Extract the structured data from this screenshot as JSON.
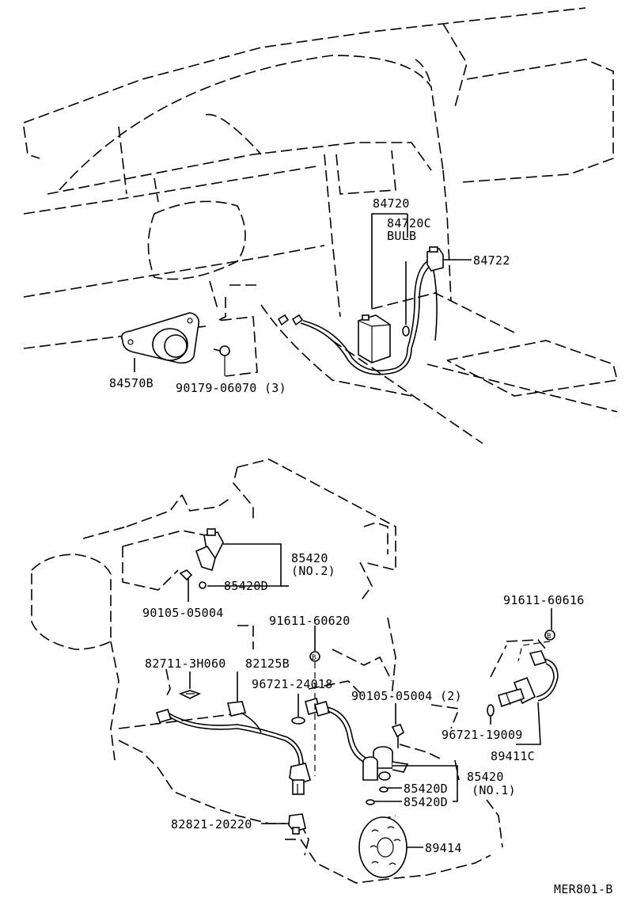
{
  "diagram": {
    "code": "MER801-B",
    "labels": {
      "p84720": "84720",
      "p84720c": "84720C",
      "bulb": "BULB",
      "p84722": "84722",
      "p84570b": "84570B",
      "p90179": "90179-06070 (3)",
      "p85420_2": "85420",
      "no2": "(NO.2)",
      "p85420d_top": "85420D",
      "p90105_a": "90105-05004",
      "p91611_620": "91611-60620",
      "p91611_616": "91611-60616",
      "p82711": "82711-3H060",
      "p82125b": "82125B",
      "p96721_24018": "96721-24018",
      "p90105_b": "90105-05004 (2)",
      "p96721_19009": "96721-19009",
      "p89411c": "89411C",
      "p85420_1": "85420",
      "no1": "(NO.1)",
      "p85420d_a": "85420D",
      "p85420d_b": "85420D",
      "p82821": "82821-20220",
      "p89414": "89414",
      "circle_b": "B"
    }
  }
}
